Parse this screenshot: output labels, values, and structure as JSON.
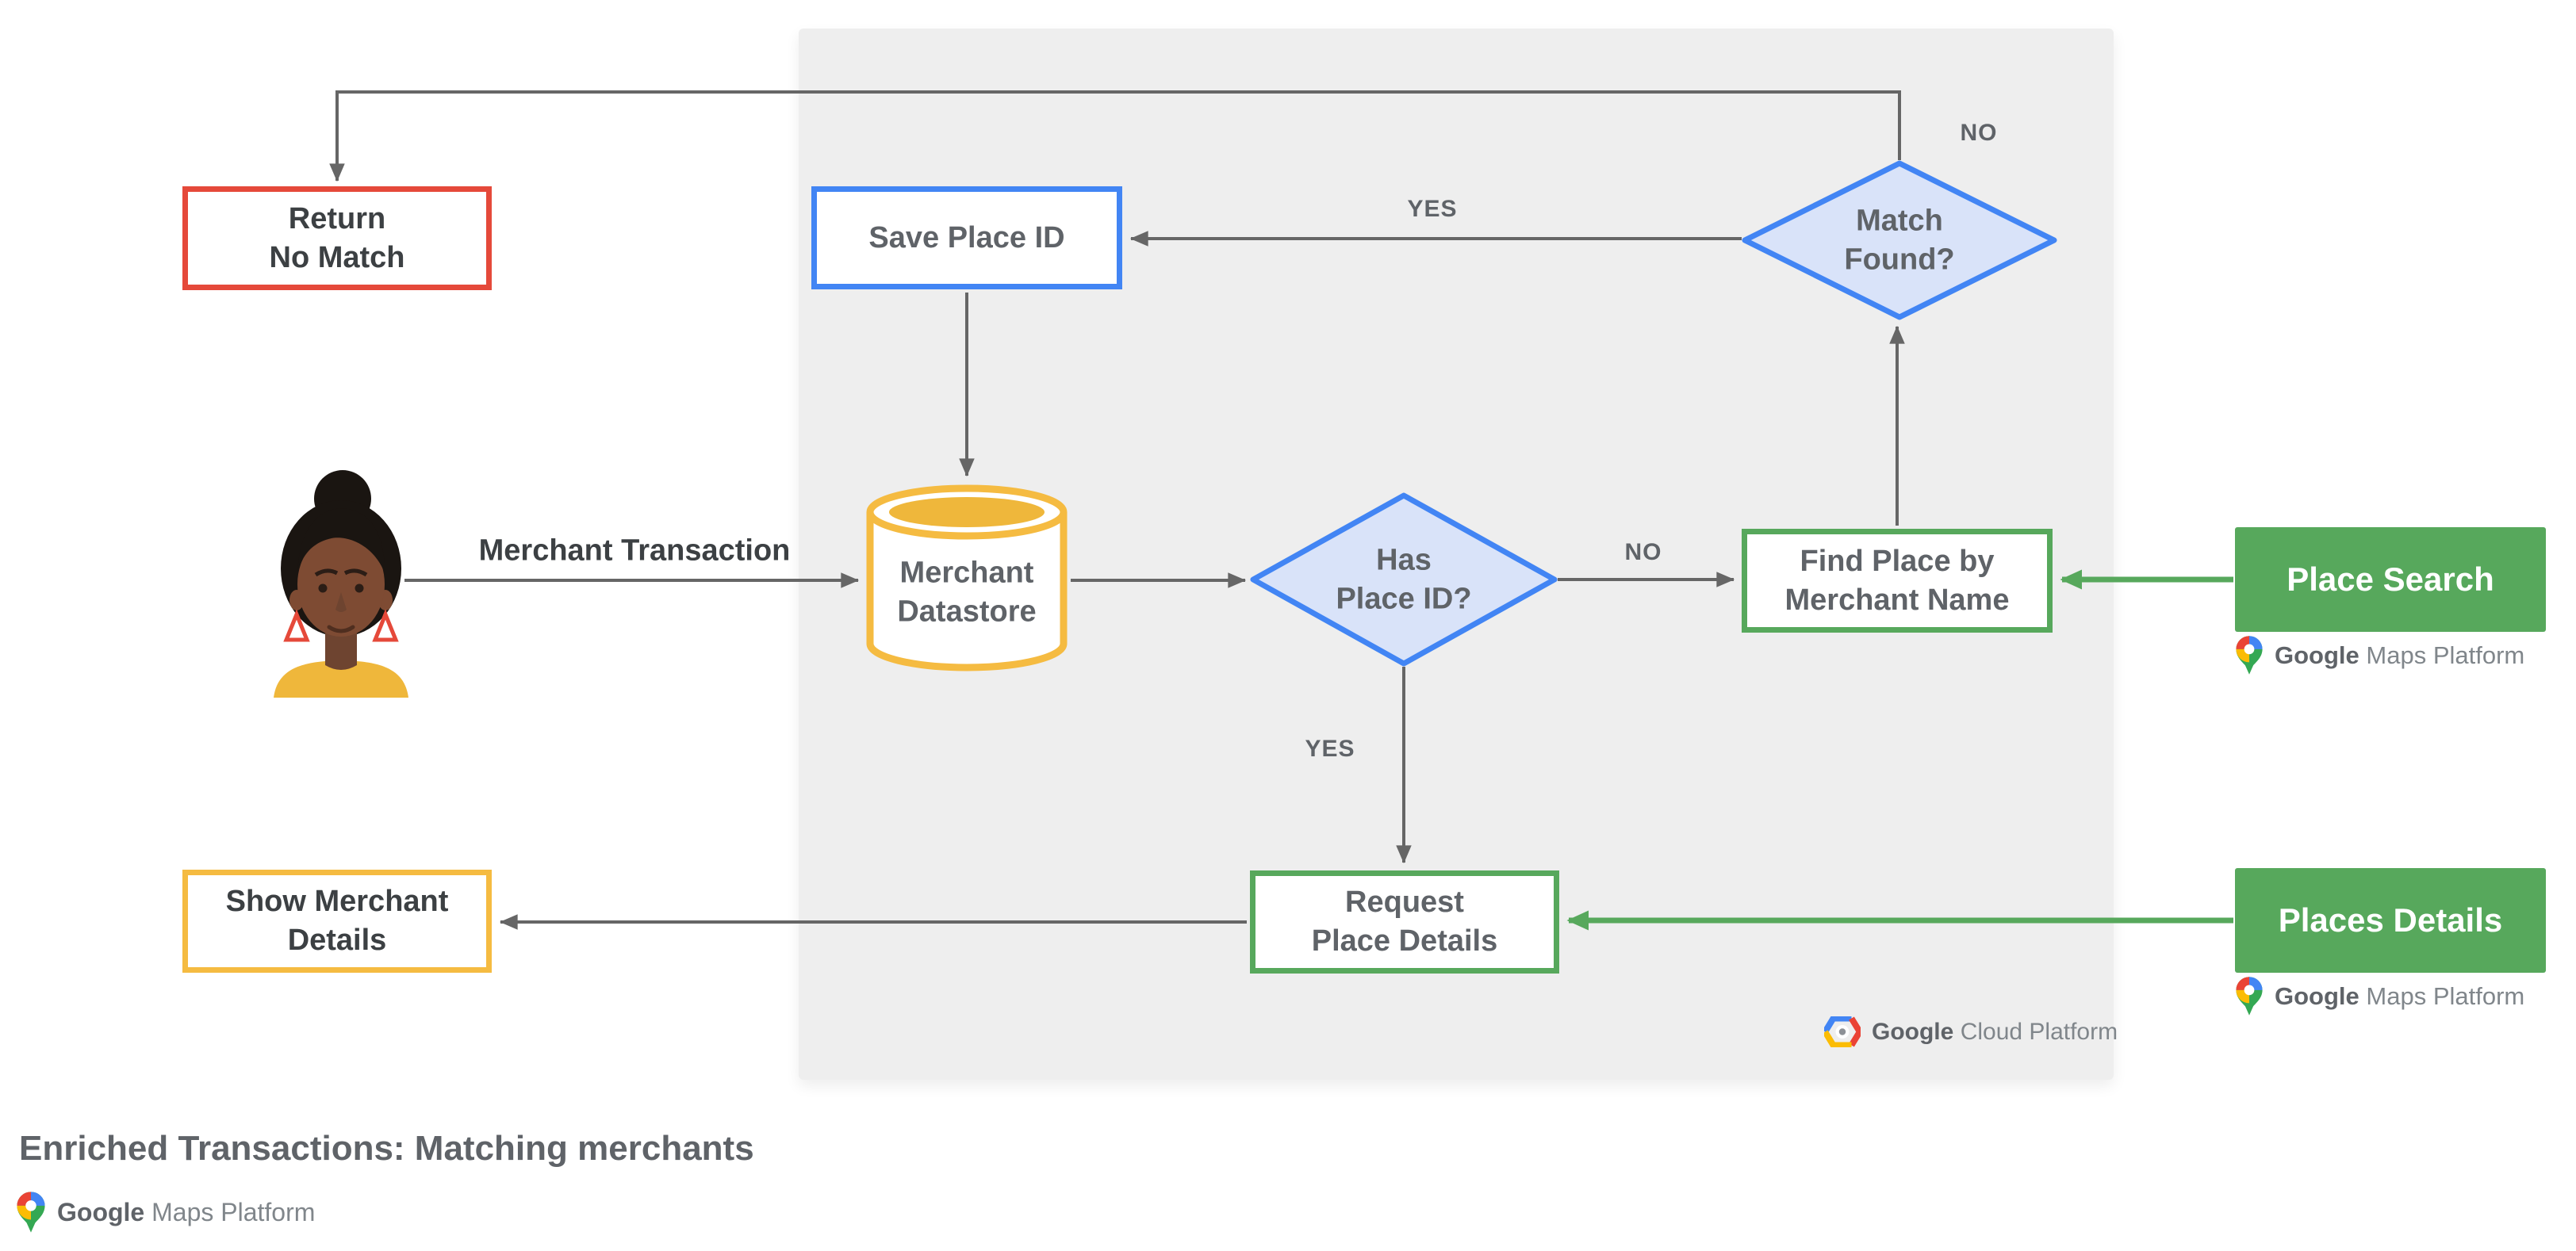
{
  "title": "Enriched Transactions: Matching merchants",
  "nodes": {
    "return_no_match": {
      "line1": "Return",
      "line2": "No Match"
    },
    "save_place_id": {
      "label": "Save Place ID"
    },
    "match_found": {
      "line1": "Match",
      "line2": "Found?"
    },
    "merchant_datastore": {
      "line1": "Merchant",
      "line2": "Datastore"
    },
    "has_place_id": {
      "line1": "Has",
      "line2": "Place ID?"
    },
    "find_place": {
      "line1": "Find Place by",
      "line2": "Merchant Name"
    },
    "place_search": {
      "label": "Place Search"
    },
    "request_place_details": {
      "line1": "Request",
      "line2": "Place Details"
    },
    "places_details": {
      "label": "Places Details"
    },
    "show_merchant_details": {
      "line1": "Show Merchant",
      "line2": "Details"
    }
  },
  "edge_labels": {
    "match_found_no": "NO",
    "match_found_yes": "YES",
    "has_place_id_no": "NO",
    "has_place_id_yes": "YES",
    "merchant_transaction": "Merchant Transaction"
  },
  "branding": {
    "google": "Google",
    "maps_platform": "Maps Platform",
    "cloud_platform": "Cloud Platform"
  },
  "colors": {
    "red": "#E5493A",
    "blue": "#4285F4",
    "blue_fill": "#D9E3F9",
    "yellow": "#F5BB41",
    "gold": "#EFB73B",
    "green": "#57A85C",
    "arrow_gray": "#666666",
    "panel_gray": "#EEEEEE",
    "text_dark": "#3C4043",
    "text_gray": "#5F6368"
  }
}
